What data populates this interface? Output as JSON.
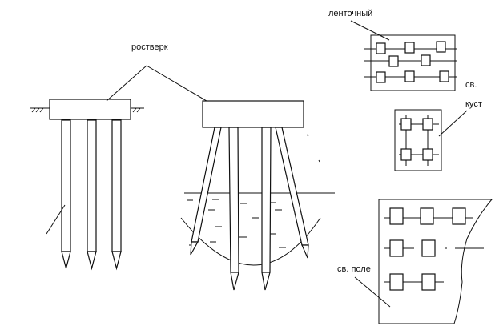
{
  "labels": {
    "rostverk": "ростверк",
    "lentochny": "ленточный",
    "sv_kust_1": "св.",
    "sv_kust_2": "куст",
    "sv_pole": "св. поле"
  }
}
